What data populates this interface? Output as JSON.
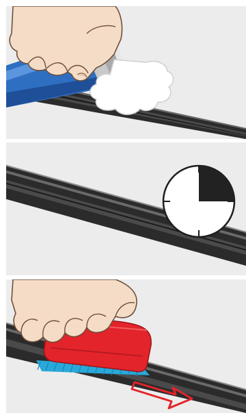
{
  "panels": [
    {
      "id": "step-1",
      "icons": [
        "hand-icon",
        "spray-can-icon",
        "foam-cloud-icon",
        "ski-base-icon"
      ]
    },
    {
      "id": "step-2",
      "icons": [
        "ski-base-icon",
        "timer-clock-icon"
      ],
      "timer": {
        "elapsed_fraction": 0.25
      }
    },
    {
      "id": "step-3",
      "icons": [
        "hand-icon",
        "brush-icon",
        "ski-base-icon",
        "direction-arrow-icon"
      ]
    }
  ],
  "colors": {
    "background": "#ececec",
    "ski_dark": "#2b2b2b",
    "ski_light": "#5a5a5a",
    "can_blue": "#2f6fc2",
    "brush_red": "#e3242b",
    "bristle_blue": "#29a9d9",
    "arrow_red": "#e3242b",
    "skin": "#f4dcc6",
    "timer_fill": "#222222"
  }
}
